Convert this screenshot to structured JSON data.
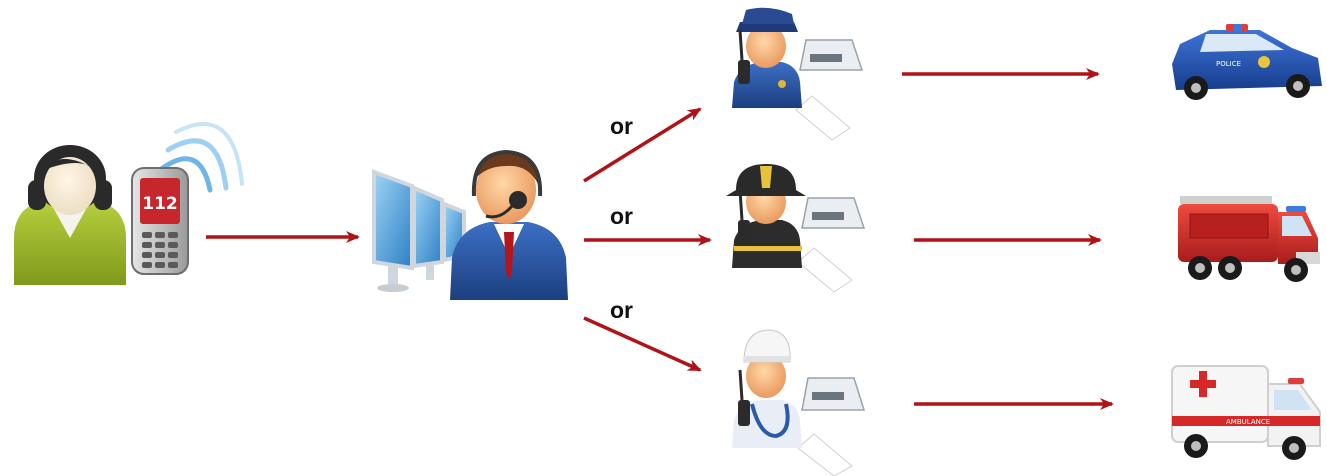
{
  "caller": {
    "icon": "caller-woman-icon"
  },
  "phone": {
    "icon": "mobile-phone-icon",
    "screen_number": "112"
  },
  "dispatcher": {
    "icon": "call-center-operator-icon",
    "monitors_icon": "monitors-icon"
  },
  "branches": [
    {
      "connector": "or",
      "operator_icon": "police-operator-icon",
      "vehicle_icon": "police-car-icon",
      "vehicle_text": "POLICE"
    },
    {
      "connector": "or",
      "operator_icon": "firefighter-operator-icon",
      "vehicle_icon": "fire-truck-icon",
      "vehicle_text": ""
    },
    {
      "connector": "or",
      "operator_icon": "medic-operator-icon",
      "vehicle_icon": "ambulance-icon",
      "vehicle_text": "AMBULANCE"
    }
  ],
  "colors": {
    "arrow": "#b01217",
    "caller_shirt": "#9ab52a",
    "suit_blue": "#2b5aa8",
    "police_car": "#1f4fb5",
    "fire_truck": "#d42a2a",
    "ambulance_stripe": "#d62828"
  }
}
